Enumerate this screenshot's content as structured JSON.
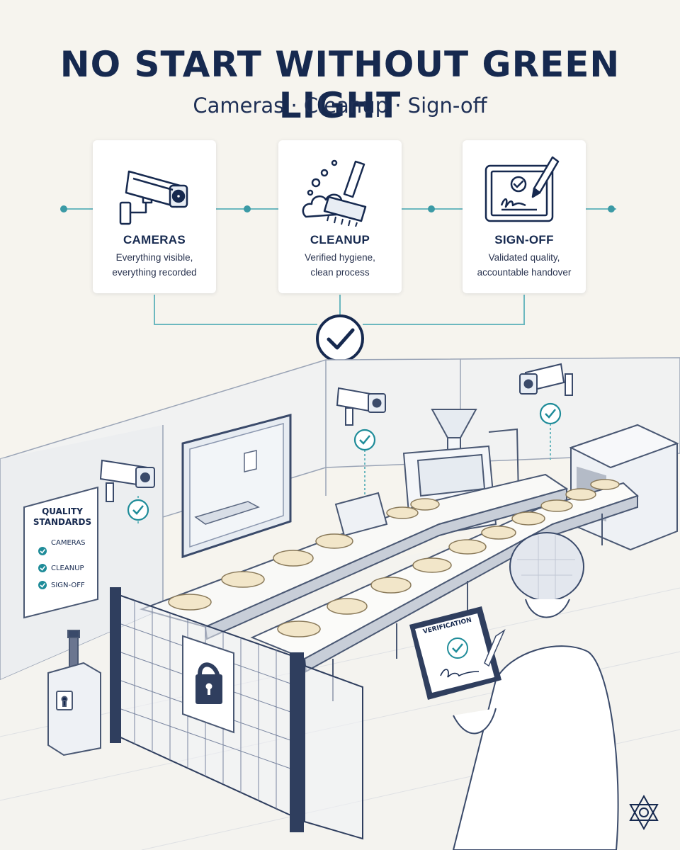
{
  "header": {
    "title": "NO START WITHOUT GREEN LIGHT",
    "subtitle": "Cameras · Cleanup · Sign-off"
  },
  "steps": [
    {
      "title": "CAMERAS",
      "desc_line1": "Everything visible,",
      "desc_line2": "everything recorded",
      "icon": "security-camera-icon"
    },
    {
      "title": "CLEANUP",
      "desc_line1": "Verified hygiene,",
      "desc_line2": "clean process",
      "icon": "scrub-brush-icon"
    },
    {
      "title": "SIGN-OFF",
      "desc_line1": "Validated quality,",
      "desc_line2": "accountable handover",
      "icon": "tablet-signature-icon"
    }
  ],
  "board": {
    "title_line1": "QUALITY",
    "title_line2": "STANDARDS",
    "items": [
      "CAMERAS",
      "CLEANUP",
      "SIGN-OFF"
    ]
  },
  "tablet": {
    "label": "VERIFICATION"
  },
  "colors": {
    "navy": "#16294f",
    "teal": "#1f8c99",
    "line": "#6cb8bf",
    "background": "#f6f4ee",
    "card": "#ffffff"
  }
}
